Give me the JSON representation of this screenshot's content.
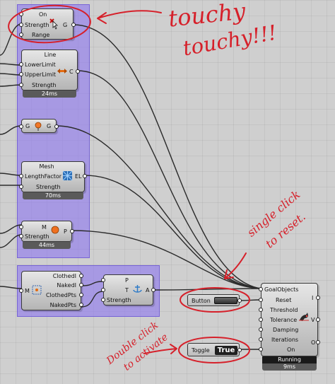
{
  "gate": {
    "on": "On",
    "strength": "Strength",
    "range": "Range",
    "output": "G"
  },
  "line": {
    "title": "Line",
    "inputs": [
      "LowerLimit",
      "UpperLimit",
      "Strength"
    ],
    "output": "C",
    "timing": "24ms"
  },
  "gg": {
    "input": "G",
    "output": "G"
  },
  "mesh": {
    "title": "Mesh",
    "inputs": [
      "LengthFactor",
      "Strength"
    ],
    "output": "EL",
    "timing": "70ms"
  },
  "mstrength": {
    "inputs": [
      "M",
      "Strength"
    ],
    "output": "P",
    "timing": "44ms"
  },
  "clothed": {
    "input": "M",
    "outputs": [
      "ClothedI",
      "NakedI",
      "ClothedPts",
      "NakedPts"
    ]
  },
  "anchor": {
    "inputs": [
      "P",
      "T",
      "Strength"
    ],
    "output": "A"
  },
  "button": {
    "label": "Button"
  },
  "toggle": {
    "label": "Toggle",
    "value": "True"
  },
  "kangaroo": {
    "inputs": [
      "GoalObjects",
      "Reset",
      "Threshold",
      "Tolerance",
      "Damping",
      "Iterations",
      "On"
    ],
    "outputs": [
      "I",
      "V",
      "O"
    ],
    "status": "Running",
    "timing": "9ms"
  },
  "annotations": {
    "touchy1": "touchy",
    "touchy2": "touchy!!!",
    "single1": "single click",
    "single2": "to reset.",
    "double1": "Double click",
    "double2": "to activate"
  },
  "colors": {
    "annotation": "#d6202a",
    "group": "#9682eb",
    "canvas": "#cfcfcf"
  }
}
